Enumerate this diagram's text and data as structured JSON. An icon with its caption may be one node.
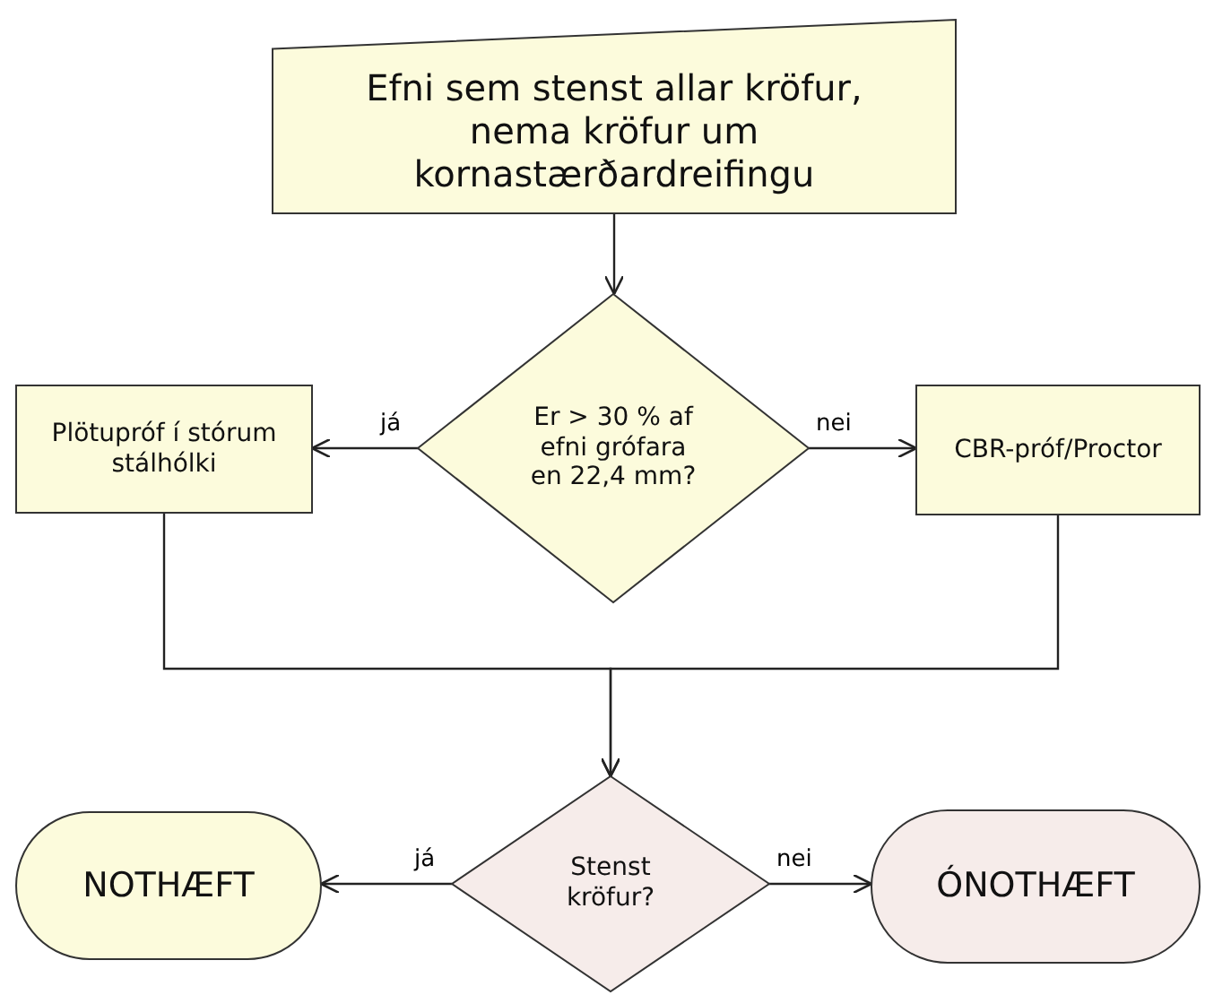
{
  "diagram": {
    "nodes": [
      {
        "text": [
          "Efni sem stenst allar kröfur, nema kröfur um kornastærðardreifingu"
        ]
      },
      {
        "text": [
          "Er > 30 % af efni grófara en 22,4 mm?"
        ]
      },
      {
        "text": [
          "Plötupróf í stórum stálhólki"
        ]
      },
      {
        "text": [
          "CBR-próf/Proctor"
        ]
      },
      {
        "text": [
          "Stenst kröfur?"
        ]
      },
      {
        "text": [
          "NOTHÆFT"
        ]
      },
      {
        "text": [
          "ÓNOTHÆFT"
        ]
      }
    ],
    "edges": [
      {
        "from": 0,
        "to": 1,
        "arrow": "to"
      },
      {
        "from": 1,
        "to": 2,
        "arrow": "to",
        "label": "já"
      },
      {
        "from": 1,
        "to": 3,
        "arrow": "to",
        "label": "nei"
      },
      {
        "from": 2,
        "to": 4,
        "arrow": "to"
      },
      {
        "from": 3,
        "to": 4,
        "arrow": "to"
      },
      {
        "from": 4,
        "to": 5,
        "arrow": "to",
        "label": "já"
      },
      {
        "from": 4,
        "to": 6,
        "arrow": "to",
        "label": "nei"
      }
    ]
  }
}
